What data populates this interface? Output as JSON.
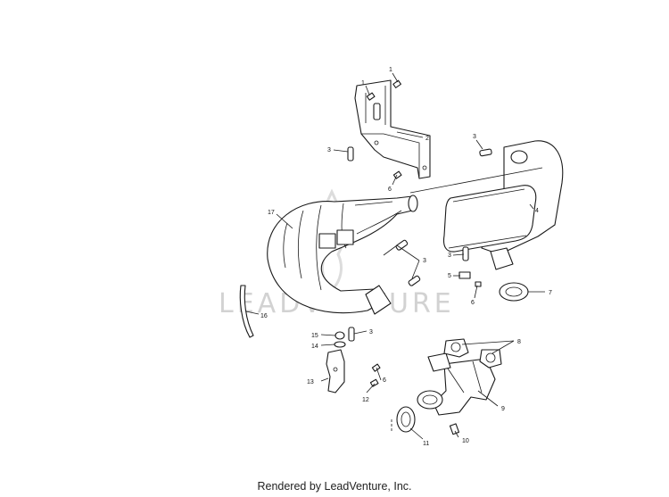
{
  "diagram": {
    "callouts": [
      "1",
      "1",
      "2",
      "3",
      "6",
      "3",
      "4",
      "17",
      "3",
      "5",
      "3",
      "6",
      "7",
      "16",
      "15",
      "14",
      "3",
      "13",
      "12",
      "6",
      "8",
      "9",
      "11",
      "10"
    ]
  },
  "watermark": {
    "brand": "LEADVENTURE"
  },
  "footer": {
    "text": "Rendered by LeadVenture, Inc."
  }
}
